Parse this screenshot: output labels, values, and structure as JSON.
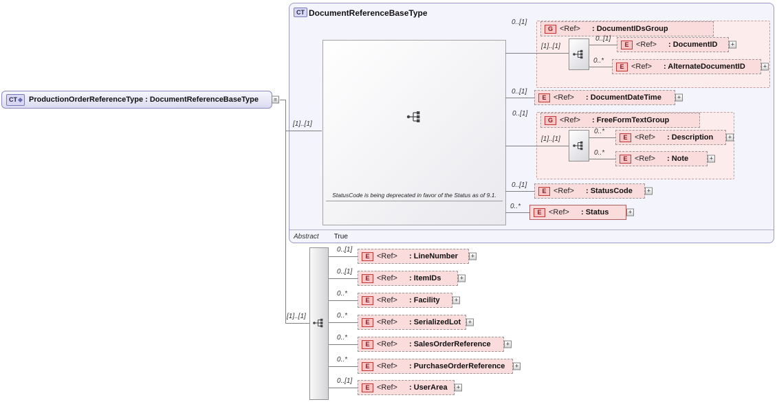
{
  "diagram": {
    "root": {
      "badge": "CT",
      "title": "ProductionOrderReferenceType : DocumentReferenceBaseType"
    },
    "base": {
      "badge": "CT",
      "title": "DocumentReferenceBaseType",
      "content_cardinality": "[1]..[1]",
      "note": "StatusCode is being deprecated in favor of the Status as of 9.1.",
      "abstract_label": "Abstract",
      "abstract_value": "True",
      "document_ids_group": {
        "cardinality": "0..[1]",
        "badge": "G",
        "ref": "<Ref>",
        "name": ": DocumentIDsGroup",
        "inner_cardinality": "[1]..[1]",
        "items": [
          {
            "cardinality": "0..[1]",
            "badge": "E",
            "ref": "<Ref>",
            "name": ": DocumentID"
          },
          {
            "cardinality": "0..*",
            "badge": "E",
            "ref": "<Ref>",
            "name": ": AlternateDocumentID"
          }
        ]
      },
      "document_date_time": {
        "cardinality": "0..[1]",
        "badge": "E",
        "ref": "<Ref>",
        "name": ": DocumentDateTime"
      },
      "free_form_text_group": {
        "cardinality": "0..[1]",
        "badge": "G",
        "ref": "<Ref>",
        "name": ": FreeFormTextGroup",
        "inner_cardinality": "[1]..[1]",
        "items": [
          {
            "cardinality": "0..*",
            "badge": "E",
            "ref": "<Ref>",
            "name": ": Description"
          },
          {
            "cardinality": "0..*",
            "badge": "E",
            "ref": "<Ref>",
            "name": ": Note"
          }
        ]
      },
      "status_code": {
        "cardinality": "0..[1]",
        "badge": "E",
        "ref": "<Ref>",
        "name": ": StatusCode"
      },
      "status": {
        "cardinality": "0..*",
        "badge": "E",
        "ref": "<Ref>",
        "name": ": Status"
      }
    },
    "extension": {
      "cardinality": "[1]..[1]",
      "items": [
        {
          "cardinality": "0..[1]",
          "badge": "E",
          "ref": "<Ref>",
          "name": ": LineNumber"
        },
        {
          "cardinality": "0..[1]",
          "badge": "E",
          "ref": "<Ref>",
          "name": ": ItemIDs"
        },
        {
          "cardinality": "0..*",
          "badge": "E",
          "ref": "<Ref>",
          "name": ": Facility"
        },
        {
          "cardinality": "0..*",
          "badge": "E",
          "ref": "<Ref>",
          "name": ": SerializedLot"
        },
        {
          "cardinality": "0..*",
          "badge": "E",
          "ref": "<Ref>",
          "name": ": SalesOrderReference"
        },
        {
          "cardinality": "0..*",
          "badge": "E",
          "ref": "<Ref>",
          "name": ": PurchaseOrderReference"
        },
        {
          "cardinality": "0..[1]",
          "badge": "E",
          "ref": "<Ref>",
          "name": ": UserArea"
        }
      ]
    },
    "icons": {
      "sequence": "dot fanning out to three squares",
      "expand": "+",
      "collapse": "≡"
    },
    "colors": {
      "element_fill": "#fbdcdc",
      "group_fill": "#fdecec",
      "badge_border": "#c23535",
      "panel_fill": "#f4f4fc",
      "panel_border": "#9a9ac4",
      "connector": "#7f7f7f"
    }
  }
}
